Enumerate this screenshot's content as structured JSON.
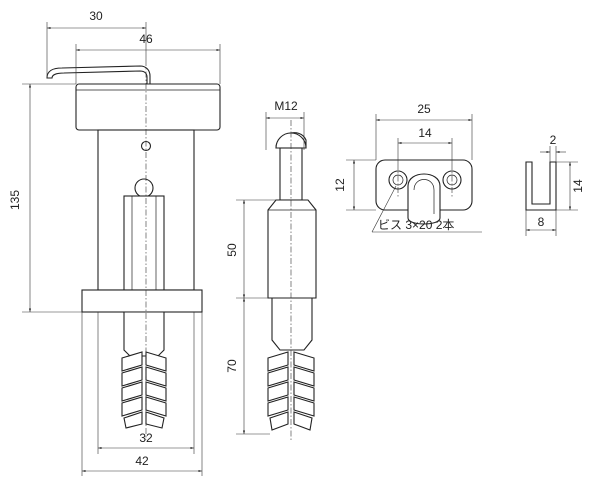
{
  "dimensions": {
    "d30": "30",
    "d46": "46",
    "d135": "135",
    "d32": "32",
    "d42": "42",
    "m12": "M12",
    "d50": "50",
    "d70": "70",
    "d25": "25",
    "d14_holes": "14",
    "d12": "12",
    "d2": "2",
    "d14_height": "14",
    "d8": "8"
  },
  "notes": {
    "screw_note": "ビス 3×20 2本"
  }
}
